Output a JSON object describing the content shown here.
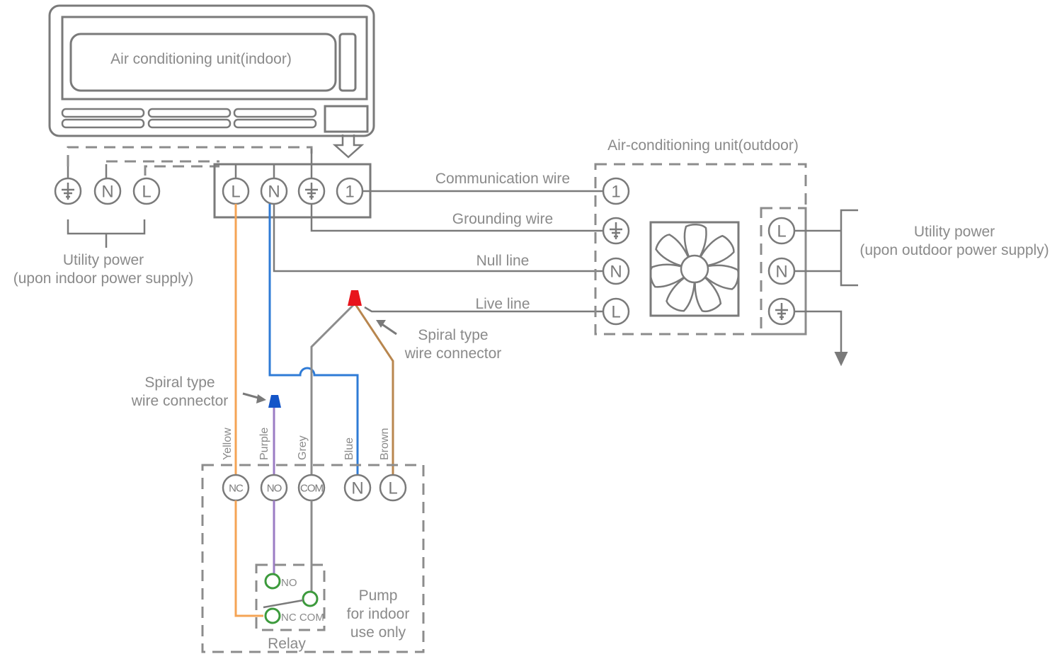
{
  "diagram": {
    "indoor_unit": {
      "title": "Air conditioning unit(indoor)"
    },
    "indoor_power_terminals": [
      "⏚",
      "N",
      "L"
    ],
    "indoor_power_label": {
      "line1": "Utility power",
      "line2": "(upon indoor power supply)"
    },
    "indoor_terminal_block": [
      "L",
      "N",
      "⏚",
      "1"
    ],
    "outdoor_unit": {
      "title": "Air-conditioning unit(outdoor)",
      "terminals": [
        "1",
        "⏚",
        "N",
        "L"
      ],
      "power_terminals": [
        "L",
        "N",
        "⏚"
      ]
    },
    "outdoor_power_label": {
      "line1": "Utility power",
      "line2": "(upon outdoor power supply)"
    },
    "connection_wires": [
      {
        "label": "Communication wire"
      },
      {
        "label": "Grounding wire"
      },
      {
        "label": "Null line"
      },
      {
        "label": "Live line"
      }
    ],
    "connectors": [
      {
        "label_line1": "Spiral type",
        "label_line2": "wire connector",
        "color": "#e8141c"
      },
      {
        "label_line1": "Spiral type",
        "label_line2": "wire connector",
        "color": "#1455c8"
      }
    ],
    "pump_wires": [
      {
        "label": "Yellow",
        "color": "#f5a455"
      },
      {
        "label": "Purple",
        "color": "#9b7cc4"
      },
      {
        "label": "Grey",
        "color": "#8c8c8c"
      },
      {
        "label": "Blue",
        "color": "#2f7bd6"
      },
      {
        "label": "Brown",
        "color": "#b8864e"
      }
    ],
    "pump_terminals": [
      "NC",
      "NO",
      "COM",
      "N",
      "L"
    ],
    "pump_label": {
      "line1": "Pump",
      "line2": "for indoor",
      "line3": "use only"
    },
    "relay": {
      "label": "Relay",
      "no_label": "NO",
      "nc_com_label": "NC COM"
    }
  }
}
